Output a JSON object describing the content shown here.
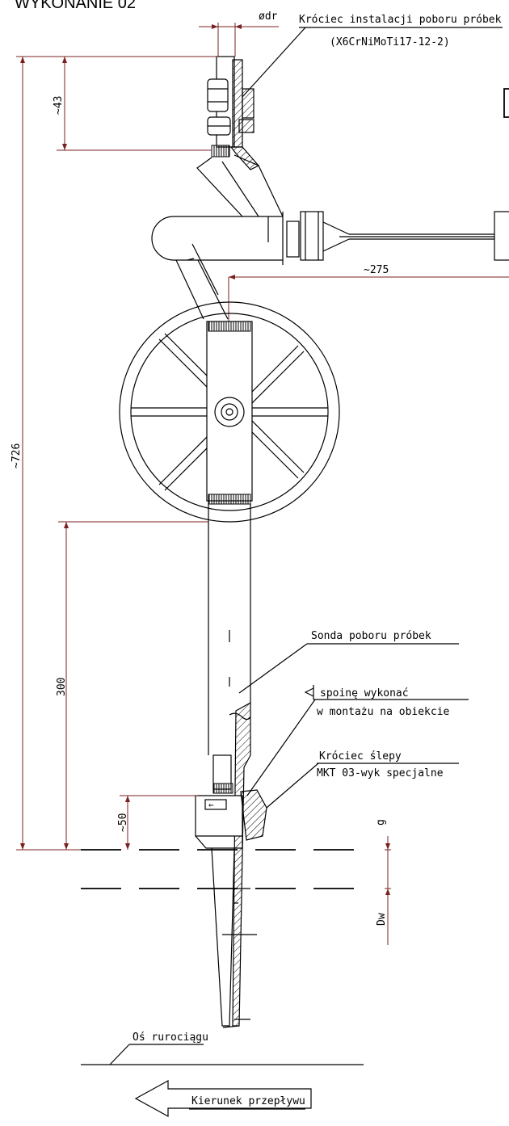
{
  "title": "WYKONANIE 02",
  "labels": {
    "dr": "ødr",
    "stub_name": "Króciec instalacji poboru próbek",
    "stub_material": "(X6CrNiMoTi17-12-2)",
    "probe": "Sonda poboru próbek",
    "weld_line1": "spoinę wykonać",
    "weld_line2": "w montażu na obiekcie",
    "blind_line1": "Króciec ślepy",
    "blind_line2": "MKT 03-wyk specjalne",
    "pipe_axis": "Oś rurociągu",
    "flow_direction": "Kierunek przepływu",
    "arrow_symbol": "←"
  },
  "dimensions": {
    "d43": "~43",
    "d275": "~275",
    "d726": "~726",
    "d300": "300",
    "d50": "~50",
    "g": "g",
    "dw": "Dw"
  },
  "colors": {
    "dimension_line": "#7a2020",
    "outline": "#000000"
  }
}
